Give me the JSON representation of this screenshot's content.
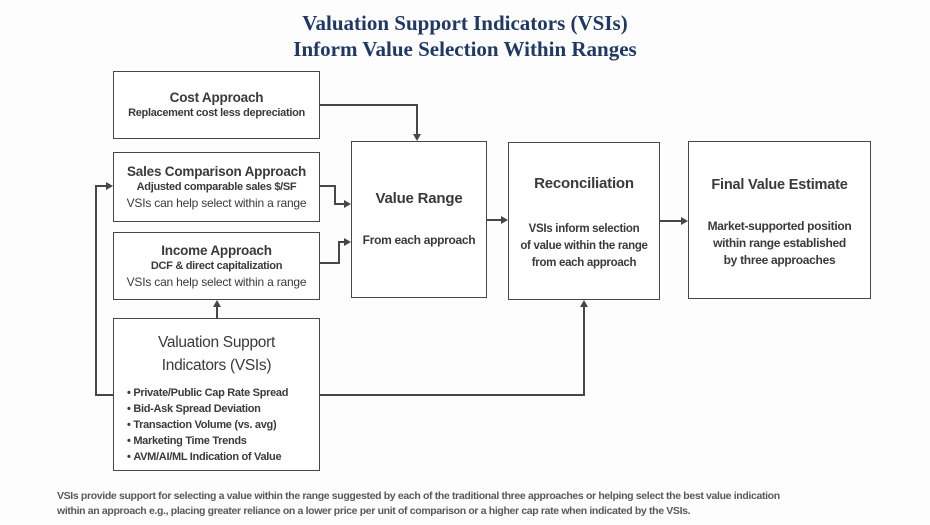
{
  "title": {
    "line1": "Valuation Support Indicators (VSIs)",
    "line2": "Inform Value Selection Within Ranges"
  },
  "boxes": {
    "cost": {
      "title": "Cost Approach",
      "subtitle": "Replacement cost less depreciation"
    },
    "sales": {
      "title": "Sales Comparison Approach",
      "subtitle": "Adjusted comparable sales $/SF",
      "note": "VSIs can help select within a range"
    },
    "income": {
      "title": "Income Approach",
      "subtitle": "DCF & direct capitalization",
      "note": "VSIs can help select within a range"
    },
    "value_range": {
      "title": "Value Range",
      "subtitle": "From each approach"
    },
    "reconciliation": {
      "title": "Reconciliation",
      "body_line1": "VSIs inform selection",
      "body_line2": "of value within the range",
      "body_line3": "from each approach"
    },
    "final_value": {
      "title": "Final Value Estimate",
      "body_line1": "Market-supported position",
      "body_line2": "within range established",
      "body_line3": "by three approaches"
    },
    "vsi": {
      "title_line1": "Valuation Support",
      "title_line2": "Indicators (VSIs)",
      "bullets": [
        "Private/Public Cap Rate Spread",
        "Bid-Ask Spread Deviation",
        "Transaction Volume (vs. avg)",
        "Marketing Time Trends",
        "AVM/AI/ML Indication of Value"
      ]
    }
  },
  "footer": {
    "line1": "VSIs provide support for selecting a value within the range suggested by each of the traditional three approaches or helping select the best value indication",
    "line2": "within an approach e.g., placing greater reliance on a lower price per unit of comparison or a higher cap rate when indicated by the VSIs."
  },
  "colors": {
    "title-color": "#1F3864",
    "line-color": "#474747",
    "box-text": "#3A3A3A",
    "footer-color": "#58595B"
  }
}
